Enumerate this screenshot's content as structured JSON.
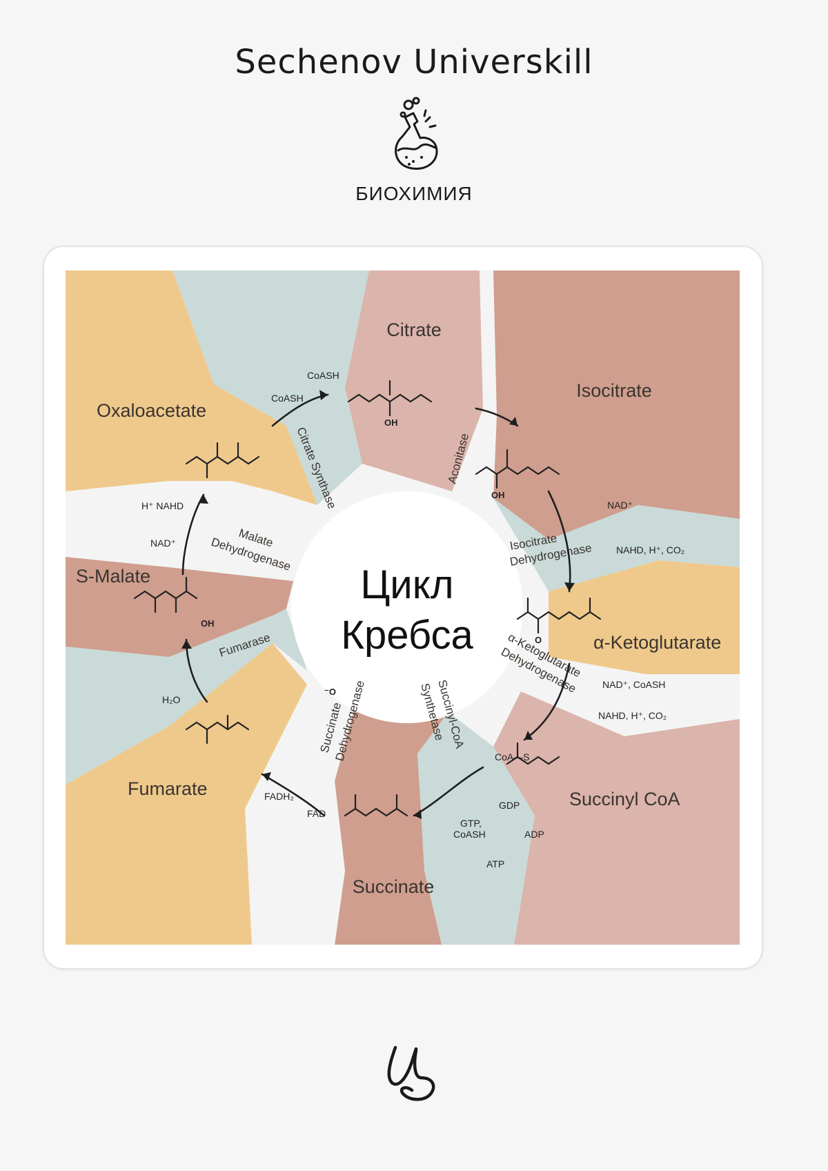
{
  "header": {
    "brand": "Sechenov Universkill",
    "subject": "БИОХИМИЯ"
  },
  "icons": {
    "flask": "flask-icon",
    "logo": "us-logo-icon"
  },
  "colors": {
    "orange": "#efc98b",
    "blue_gray": "#c9dad8",
    "pink": "#dbb4ab",
    "rose": "#cf9e8e",
    "light": "#f4f4f4"
  },
  "diagram": {
    "center_title_line1": "Цикл",
    "center_title_line2": "Кребса",
    "metabolites": {
      "citrate": "Citrate",
      "isocitrate": "Isocitrate",
      "alpha_ketoglutarate": "α-Ketoglutarate",
      "succinyl_coa": "Succinyl CoA",
      "succinate": "Succinate",
      "fumarate": "Fumarate",
      "s_malate": "S-Malate",
      "oxaloacetate": "Oxaloacetate"
    },
    "enzymes": {
      "citrate_synthase": "Citrate Synthase",
      "aconitase": "Aconitase",
      "isocitrate_dh_1": "Isocitrate",
      "isocitrate_dh_2": "Dehydrogenase",
      "akg_dh_1": "α-Ketoglutarate",
      "akg_dh_2": "Dehydrogenase",
      "succinyl_coa_synthetase_1": "Succinyl-CoA",
      "succinyl_coa_synthetase_2": "Synthetase",
      "succinate_dh_1": "Succinate",
      "succinate_dh_2": "Dehydrogenase",
      "fumarase": "Fumarase",
      "malate_dh_1": "Malate",
      "malate_dh_2": "Dehydrogenase"
    },
    "cofactors": {
      "coash_in": "CoASH",
      "acetyl_coash": "CoASH",
      "nad_isocitrate": "NAD⁺",
      "nadh_isocitrate": "NAHD, H⁺, CO₂",
      "nad_akg": "NAD⁺, CoASH",
      "nadh_akg": "NAHD, H⁺, CO₂",
      "gdp": "GDP",
      "gtp": "GTP,",
      "gtp_coash": "CoASH",
      "adp": "ADP",
      "atp": "ATP",
      "fad": "FAD",
      "fadh2": "FADH₂",
      "h2o": "H₂O",
      "nad_malate": "NAD⁺",
      "nadh_malate": "H⁺ NAHD",
      "coa_s": "CoA—S"
    },
    "atoms": {
      "oh": "OH",
      "o": "O",
      "o_minus": "⁻O"
    }
  }
}
